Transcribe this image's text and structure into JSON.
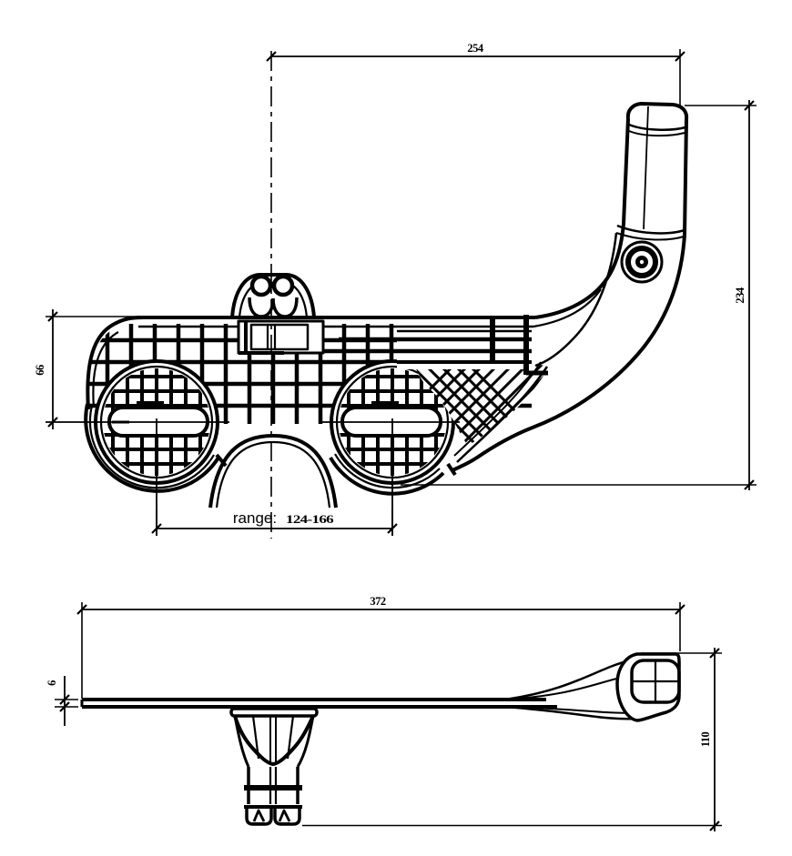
{
  "drawing": {
    "background": "#ffffff",
    "line_color": "#000000",
    "views": {
      "side": {
        "dims": {
          "top_width": "254",
          "height": "234",
          "body_height": "66",
          "range_label": "range:",
          "range_value": "124-166"
        }
      },
      "front": {
        "dims": {
          "overall_width": "372",
          "plate_thickness": "6",
          "height": "110"
        }
      }
    }
  }
}
